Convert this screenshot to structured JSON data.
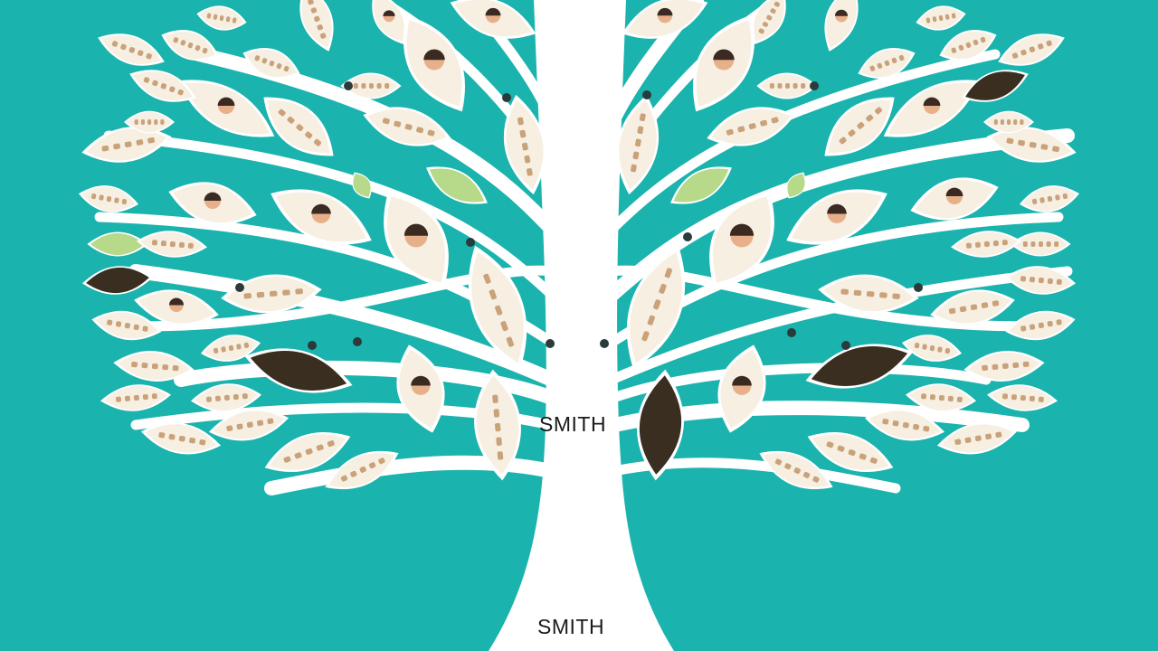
{
  "illustration": {
    "subject": "family-tree",
    "colors": {
      "background": "#1bb3ad",
      "trunk": "#ffffff",
      "leaf_fill": "#f6efe2",
      "leaf_accent": "#c9a27a",
      "portrait_skin": "#e8b08a",
      "dark_leaf": "#3a2e20",
      "dot": "#2b3a3a",
      "green_leaf": "#b7d98a"
    }
  },
  "labels": {
    "surname_mid": "SMITH",
    "surname_bottom": "SMITH"
  }
}
